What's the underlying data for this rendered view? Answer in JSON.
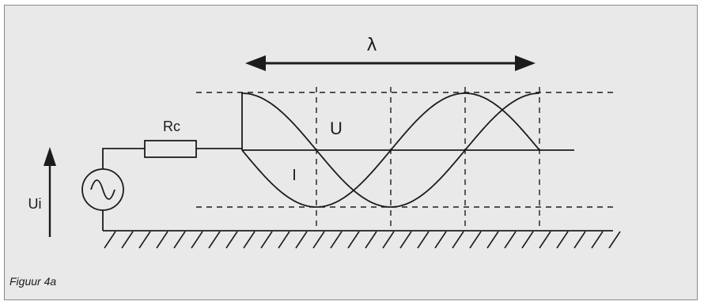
{
  "figure": {
    "caption": "Figuur 4a",
    "labels": {
      "wavelength": "λ",
      "resistor": "Rc",
      "voltage_wave": "U",
      "current_wave": "I",
      "source_voltage": "Ui"
    }
  },
  "colors": {
    "background": "#e9e9e9",
    "ink": "#1c1c1c",
    "frame": "#8a8a8a"
  },
  "icons": [
    "ac-source-icon",
    "resistor-icon",
    "ground-hatch-icon",
    "double-arrow-icon",
    "up-arrow-icon"
  ]
}
